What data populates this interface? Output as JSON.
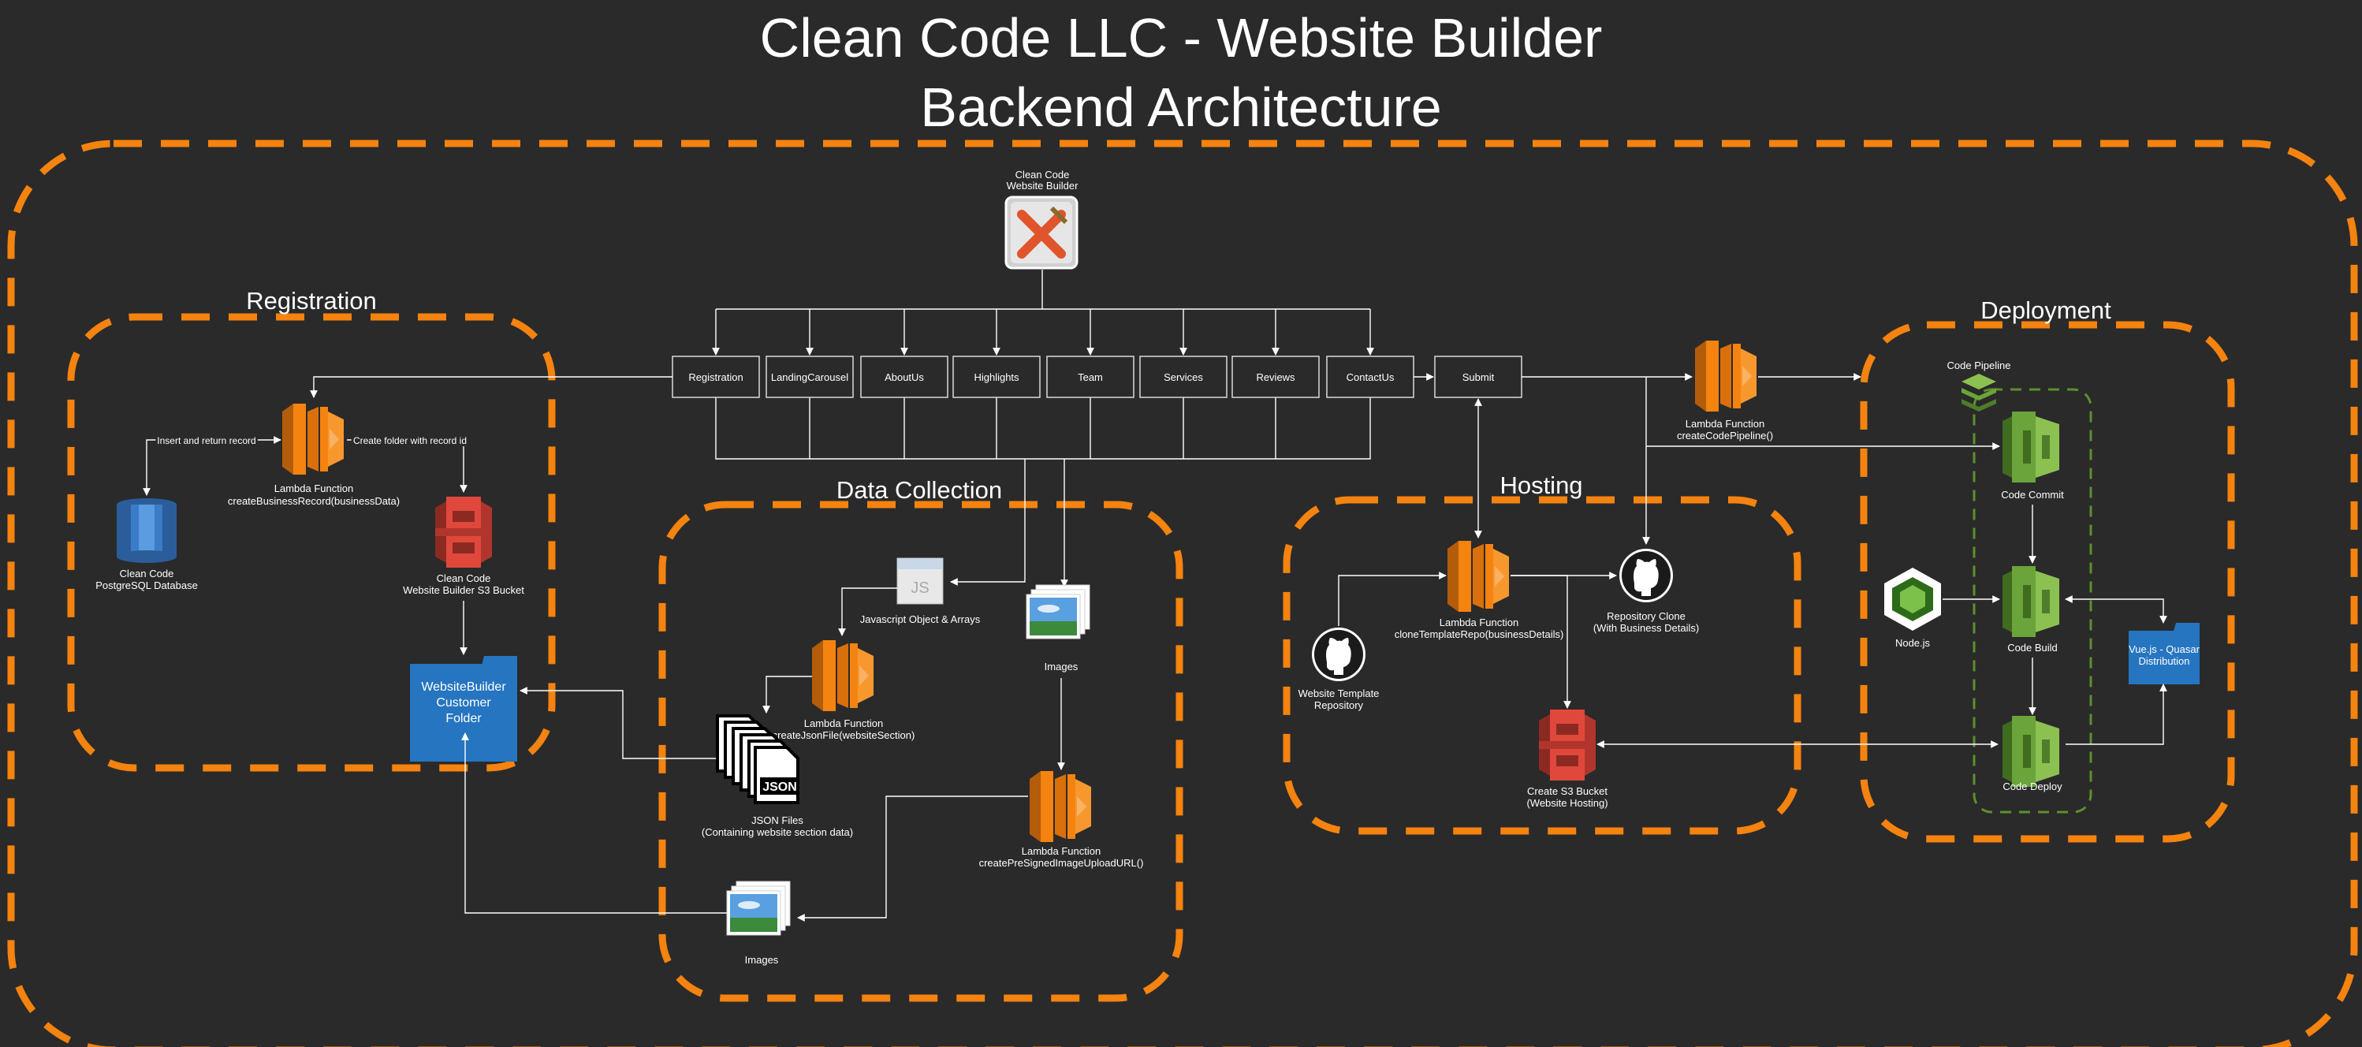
{
  "title": {
    "line1": "Clean Code LLC - Website Builder",
    "line2": "Backend Architecture"
  },
  "sections": {
    "registration": "Registration",
    "data_collection": "Data Collection",
    "hosting": "Hosting",
    "deployment": "Deployment"
  },
  "app": {
    "line1": "Clean Code",
    "line2": "Website Builder"
  },
  "pages": [
    "Registration",
    "LandingCarousel",
    "AboutUs",
    "Highlights",
    "Team",
    "Services",
    "Reviews",
    "ContactUs"
  ],
  "submit": "Submit",
  "registration": {
    "lambda_line1": "Lambda Function",
    "lambda_line2": "createBusinessRecord(businessData)",
    "db_line1": "Clean Code",
    "db_line2": "PostgreSQL Database",
    "s3_line1": "Clean Code",
    "s3_line2": "Website Builder S3 Bucket",
    "edge_insert": "Insert and return record",
    "edge_folder": "Create folder with record id",
    "folder_line1": "WebsiteBuilder",
    "folder_line2": "Customer",
    "folder_line3": "Folder"
  },
  "data_collection": {
    "js_label": "Javascript Object & Arrays",
    "js_icon_text": "JS",
    "json_lambda_line1": "Lambda Function",
    "json_lambda_line2": "createJsonFile(websiteSection)",
    "json_icon_text": "JSON",
    "json_files_line1": "JSON Files",
    "json_files_line2": "(Containing website section data)",
    "images_top": "Images",
    "images_bottom": "Images",
    "url_lambda_line1": "Lambda Function",
    "url_lambda_line2": "createPreSignedImageUploadURL()"
  },
  "hosting": {
    "template_line1": "Website Template",
    "template_line2": "Repository",
    "clone_lambda_line1": "Lambda Function",
    "clone_lambda_line2": "cloneTemplateRepo(businessDetails)",
    "repo_clone_line1": "Repository Clone",
    "repo_clone_line2": "(With Business Details)",
    "s3_line1": "Create S3 Bucket",
    "s3_line2": "(Website Hosting)"
  },
  "deployment": {
    "pipeline_lambda_line1": "Lambda Function",
    "pipeline_lambda_line2": "createCodePipeline()",
    "code_pipeline": "Code Pipeline",
    "code_commit": "Code Commit",
    "code_build": "Code Build",
    "code_deploy": "Code Deploy",
    "nodejs": "Node.js",
    "vue_line1": "Vue.js - Quasar",
    "vue_line2": "Distribution"
  },
  "colors": {
    "background": "#2a2a2a",
    "section_border": "#f5830f",
    "lambda": "#f5830f",
    "s3": "#e0483c",
    "database": "#3a7cc7",
    "dev_tools": "#6aa43a",
    "folder": "#2675c0"
  },
  "icons": [
    "x-tools-icon",
    "lambda-icon",
    "database-icon",
    "s3-bucket-icon",
    "folder-icon",
    "js-file-icon",
    "json-file-icon",
    "image-icon",
    "github-icon",
    "code-pipeline-icon",
    "code-commit-icon",
    "code-build-icon",
    "code-deploy-icon",
    "nodejs-icon"
  ]
}
